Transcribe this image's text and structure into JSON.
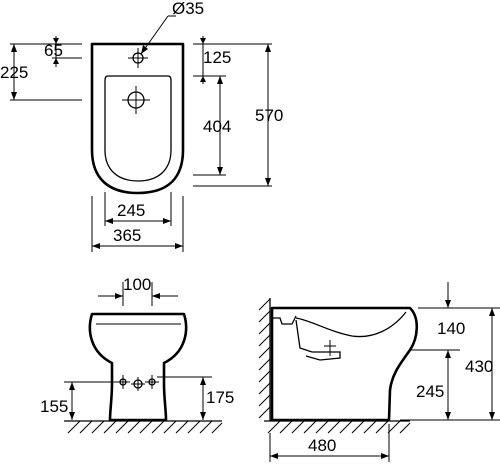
{
  "top_view": {
    "hole_diameter": "Ø35",
    "left_offset_small": "65",
    "left_offset_large": "225",
    "right_top": "125",
    "right_inner": "404",
    "total_length": "570",
    "inner_width": "245",
    "outer_width": "365"
  },
  "front_view": {
    "top_width": "100",
    "left_height": "155",
    "right_height": "175"
  },
  "side_view": {
    "top_height": "140",
    "lower_height": "245",
    "total_height": "430",
    "depth": "480"
  }
}
